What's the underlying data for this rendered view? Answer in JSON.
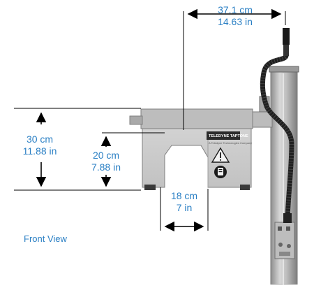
{
  "view_label": "Front View",
  "brand": {
    "name": "TELEDYNE TAPTONE",
    "tagline": "A Teledyne Technologies Company"
  },
  "dimensions": {
    "width_overall": {
      "cm": "37.1 cm",
      "in": "14.63 in"
    },
    "height_total": {
      "cm": "30 cm",
      "in": "11.88 in"
    },
    "height_opening": {
      "cm": "20 cm",
      "in": "7.88 in"
    },
    "width_opening": {
      "cm": "18 cm",
      "in": "7 in"
    }
  },
  "colors": {
    "dimension": "#2a7fc4",
    "housing": "#c9c9c9",
    "housing_top": "#b5b5b5",
    "pole": "#aeaeae",
    "cable": "#1f1f1f"
  }
}
